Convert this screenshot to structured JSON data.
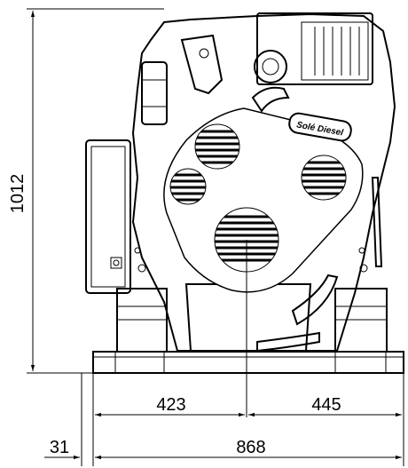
{
  "dimensions": {
    "height": "1012",
    "left_section": "423",
    "right_section": "445",
    "offset": "31",
    "total_width": "868"
  },
  "brand_label": "Solé Diesel"
}
